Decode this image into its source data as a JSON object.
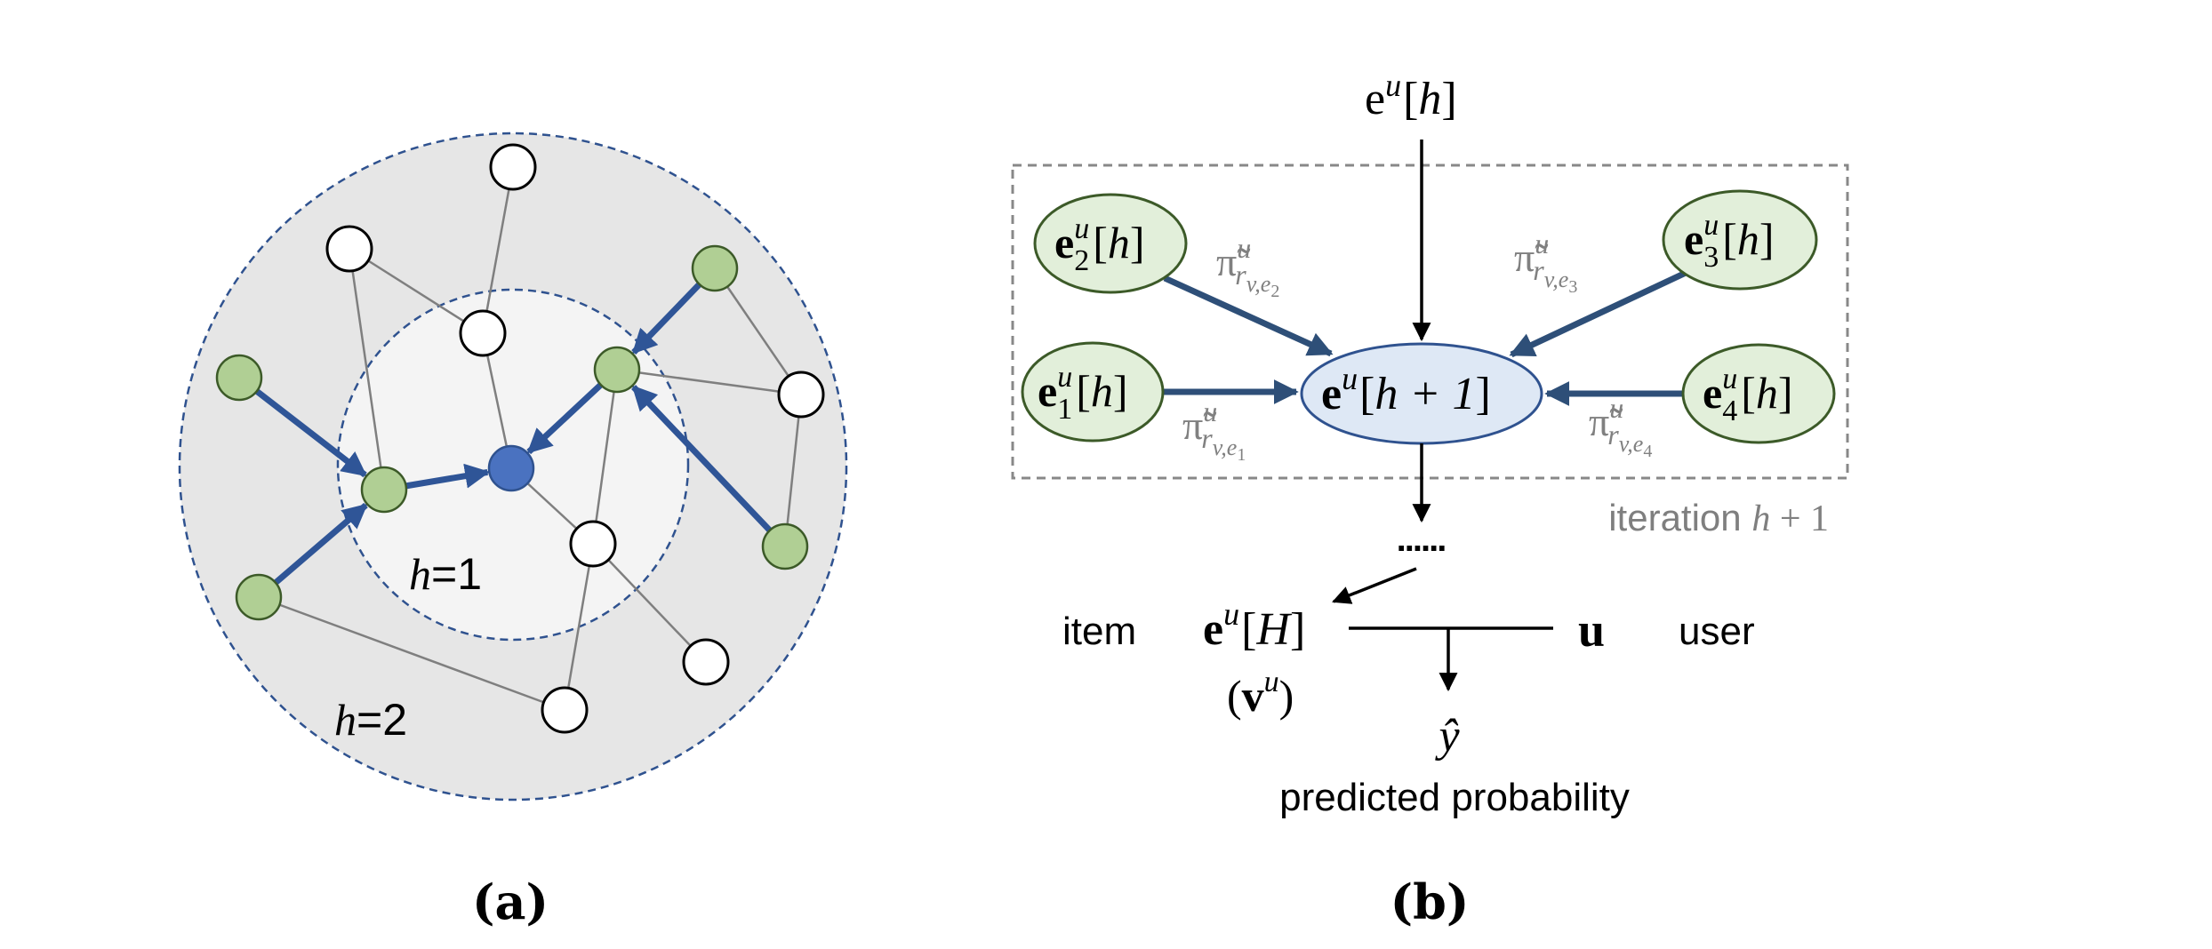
{
  "colors": {
    "outer_region_fill": "#e6e6e6",
    "inner_region_fill": "#f4f4f4",
    "region_border": "#2f528f",
    "edge_gray": "#7f7f7f",
    "arrow_blue": "#2f5597",
    "arrow_navy": "#2e4f78",
    "node_white_fill": "#ffffff",
    "node_white_stroke": "#000000",
    "node_green_fill": "#b0cf94",
    "node_green_stroke": "#3c5a28",
    "node_center_fill": "#4a72c0",
    "node_center_stroke": "#2f528f",
    "ellipse_green_fill": "#e2efda",
    "ellipse_green_stroke": "#3c5a28",
    "ellipse_blue_fill": "#dee8f5",
    "ellipse_blue_stroke": "#2f528f",
    "iteration_box": "#888888",
    "label_gray": "#7f7f7f"
  },
  "panel_a": {
    "caption": "(a)",
    "hop_labels": [
      {
        "var": "h",
        "eq": "=1"
      },
      {
        "var": "h",
        "eq": "=2"
      }
    ],
    "nodes": [
      {
        "id": "w1",
        "type": "white"
      },
      {
        "id": "w2",
        "type": "white"
      },
      {
        "id": "w3",
        "type": "white"
      },
      {
        "id": "g1",
        "type": "green"
      },
      {
        "id": "g2",
        "type": "green"
      },
      {
        "id": "w4",
        "type": "white"
      },
      {
        "id": "g3",
        "type": "green"
      },
      {
        "id": "g4",
        "type": "green"
      },
      {
        "id": "c",
        "type": "center"
      },
      {
        "id": "g5",
        "type": "green"
      },
      {
        "id": "w5",
        "type": "white"
      },
      {
        "id": "g6",
        "type": "green"
      },
      {
        "id": "w6",
        "type": "white"
      },
      {
        "id": "w7",
        "type": "white"
      }
    ],
    "edges": [
      [
        "w1",
        "w3"
      ],
      [
        "w2",
        "w3"
      ],
      [
        "w2",
        "g4"
      ],
      [
        "w3",
        "c"
      ],
      [
        "g1",
        "w4"
      ],
      [
        "g2",
        "w4"
      ],
      [
        "w4",
        "g6"
      ],
      [
        "g2",
        "w5"
      ],
      [
        "c",
        "w5"
      ],
      [
        "w5",
        "w6"
      ],
      [
        "w5",
        "w7"
      ],
      [
        "g5",
        "w7"
      ]
    ],
    "arrows": [
      [
        "g3",
        "g4"
      ],
      [
        "g5",
        "g4"
      ],
      [
        "g4",
        "c"
      ],
      [
        "g1",
        "g2"
      ],
      [
        "g6",
        "g2"
      ],
      [
        "g2",
        "c"
      ]
    ]
  },
  "panel_b": {
    "caption": "(b)",
    "input_label": {
      "base": "e",
      "sup": "u",
      "arg": "h"
    },
    "neighbors": [
      {
        "id": "e1",
        "base": "e",
        "sub": "1",
        "sup": "u",
        "arg": "h",
        "weight": {
          "sym": "π̃",
          "sup": "u",
          "sub_r": "r",
          "sub_sub": "v,e",
          "sub_idx": "1"
        }
      },
      {
        "id": "e2",
        "base": "e",
        "sub": "2",
        "sup": "u",
        "arg": "h",
        "weight": {
          "sym": "π̃",
          "sup": "u",
          "sub_r": "r",
          "sub_sub": "v,e",
          "sub_idx": "2"
        }
      },
      {
        "id": "e3",
        "base": "e",
        "sub": "3",
        "sup": "u",
        "arg": "h",
        "weight": {
          "sym": "π̃",
          "sup": "u",
          "sub_r": "r",
          "sub_sub": "v,e",
          "sub_idx": "3"
        }
      },
      {
        "id": "e4",
        "base": "e",
        "sub": "4",
        "sup": "u",
        "arg": "h",
        "weight": {
          "sym": "π̃",
          "sup": "u",
          "sub_r": "r",
          "sub_sub": "v,e",
          "sub_idx": "4"
        }
      }
    ],
    "center": {
      "base": "e",
      "sup": "u",
      "arg": "h + 1"
    },
    "iteration_label": {
      "text": "iteration ",
      "var": "h",
      "rest": " + 1"
    },
    "ellipsis": "......",
    "item_label": "item",
    "item_embedding": {
      "base": "e",
      "sup": "u",
      "arg": "H"
    },
    "item_alias": {
      "open": "(",
      "base": "v",
      "sup": "u",
      "close": ")"
    },
    "user_symbol": "u",
    "user_label": "user",
    "output_symbol": "ŷ",
    "output_label": "predicted probability"
  }
}
